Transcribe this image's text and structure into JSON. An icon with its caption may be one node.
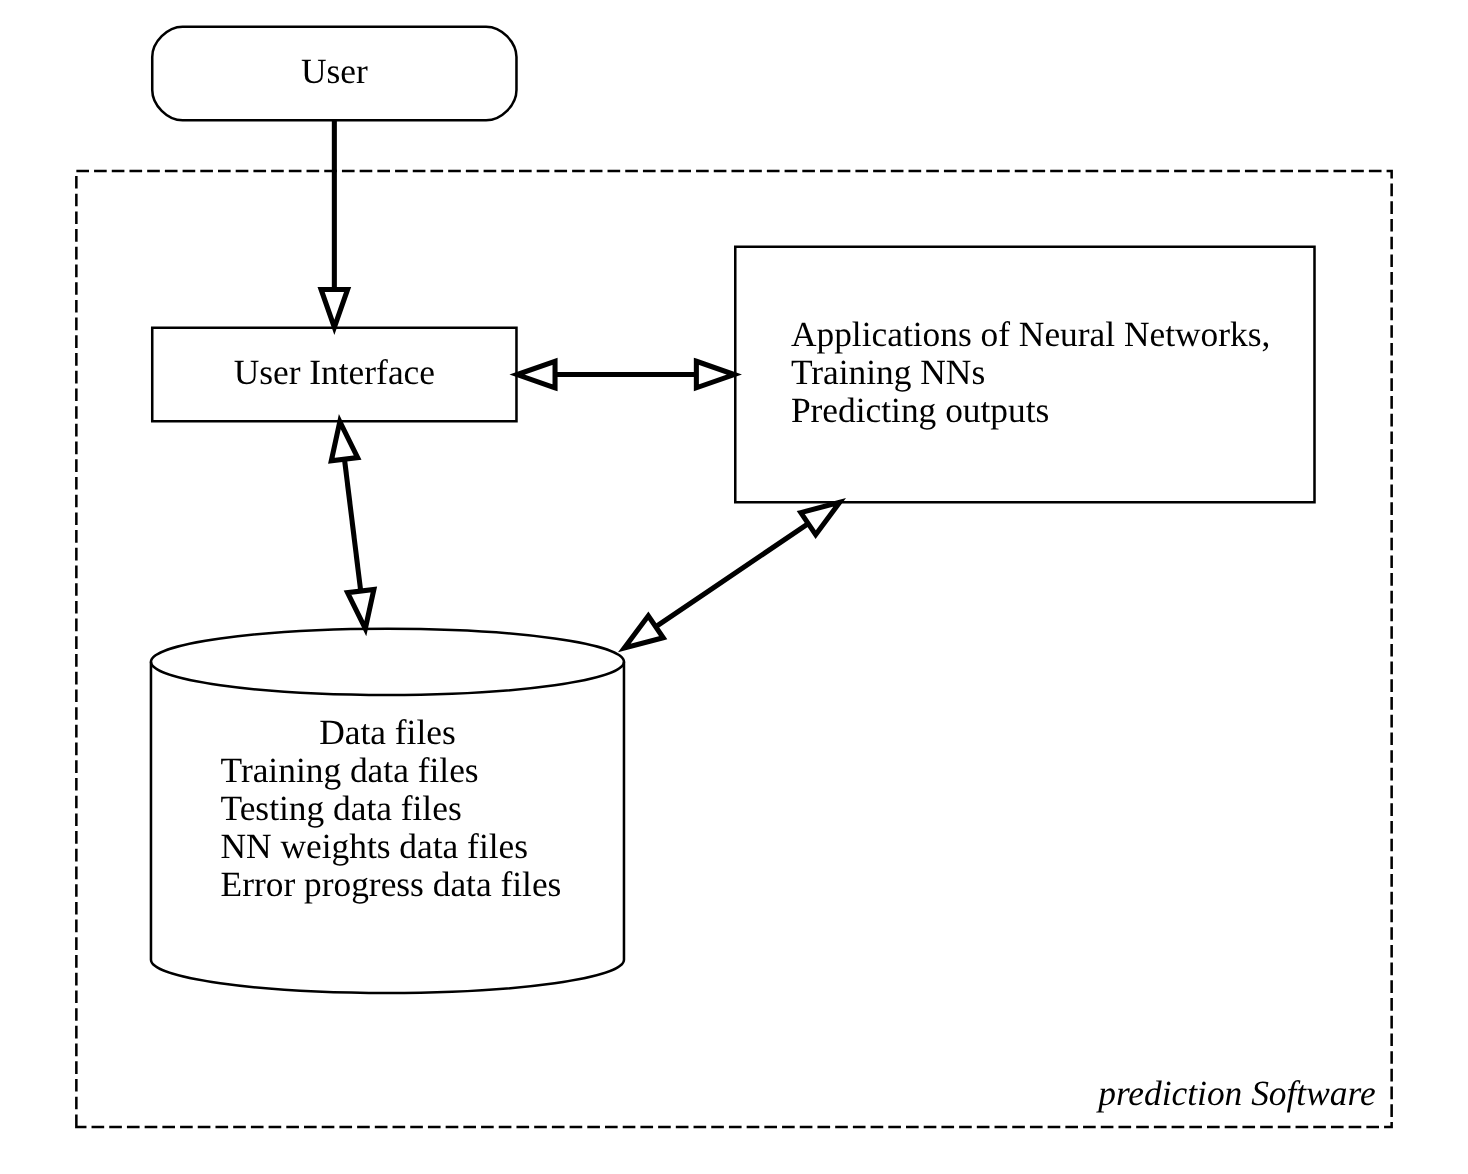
{
  "diagram": {
    "nodes": [
      {
        "text": [
          "User"
        ]
      },
      {
        "text": [
          "prediction Software"
        ]
      },
      {
        "text": [
          "User Interface"
        ],
        "in": 1
      },
      {
        "text": [
          "Applications of Neural Networks,",
          "Training NNs",
          "Predicting outputs"
        ],
        "in": 1
      },
      {
        "text": [
          "Data files",
          "Training data files",
          "Testing data files",
          "NN weights data files",
          "Error progress data files"
        ],
        "in": 1
      }
    ],
    "edges": [
      {
        "from": 0,
        "to": 2,
        "arrow": "to"
      },
      {
        "from": 2,
        "to": 3,
        "arrow": "both"
      },
      {
        "from": 2,
        "to": 4,
        "arrow": "both"
      },
      {
        "from": 4,
        "to": 3,
        "arrow": "both"
      }
    ]
  }
}
